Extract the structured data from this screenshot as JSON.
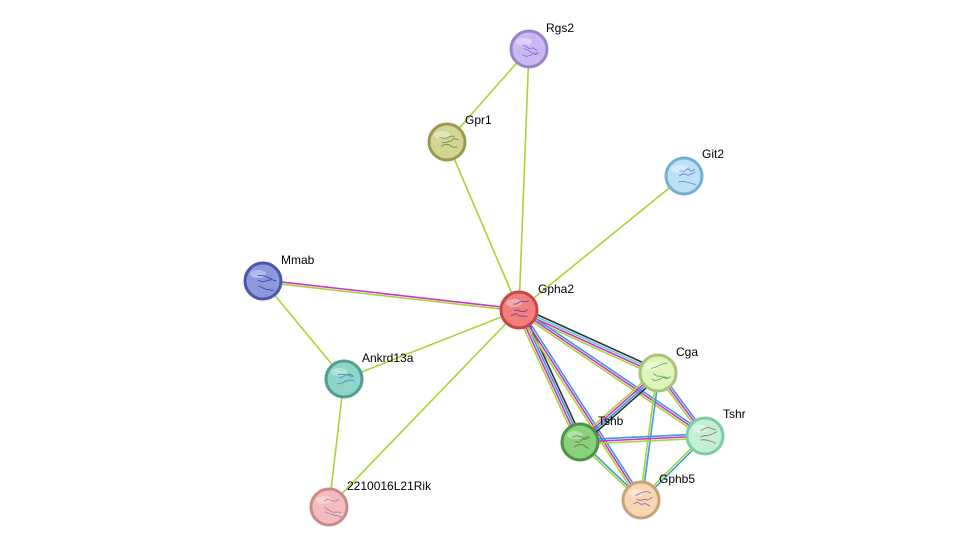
{
  "network": {
    "nodes": [
      {
        "id": "Rgs2",
        "label": "Rgs2",
        "fill": "#cbb7f2",
        "stroke": "#9b83c9",
        "glyph_color": "#7a5fd0"
      },
      {
        "id": "Gpr1",
        "label": "Gpr1",
        "fill": "#d6d494",
        "stroke": "#9a9a4e",
        "glyph_color": "#3d8c2a"
      },
      {
        "id": "Git2",
        "label": "Git2",
        "fill": "#bde1f4",
        "stroke": "#78aed0",
        "glyph_color": "#5b6fc9"
      },
      {
        "id": "Mmab",
        "label": "Mmab",
        "fill": "#8e99dd",
        "stroke": "#4a57a8",
        "glyph_color": "#1f2fa8"
      },
      {
        "id": "Gpha2",
        "label": "Gpha2",
        "fill": "#f07f7f",
        "stroke": "#c84646",
        "glyph_color": "#5a2fa0"
      },
      {
        "id": "Ankrd13a",
        "label": "Ankrd13a",
        "fill": "#8fd6c9",
        "stroke": "#4e9e92",
        "glyph_color": "#3a7ac0"
      },
      {
        "id": "Cga",
        "label": "Cga",
        "fill": "#def5b9",
        "stroke": "#a7c57a",
        "glyph_color": "#3a9a5a"
      },
      {
        "id": "Tshb",
        "label": "Tshb",
        "fill": "#89d07f",
        "stroke": "#4b9442",
        "glyph_color": "#6a6a2a"
      },
      {
        "id": "Tshr",
        "label": "Tshr",
        "fill": "#c2f0d7",
        "stroke": "#7fcba3",
        "glyph_color": "#a05a3a"
      },
      {
        "id": "2210016L21Rik",
        "label": "2210016L21Rik",
        "fill": "#f4bcbc",
        "stroke": "#c88a8a",
        "glyph_color": "#8a7aa8"
      },
      {
        "id": "Gphb5",
        "label": "Gphb5",
        "fill": "#f8d6b2",
        "stroke": "#c9a27a",
        "glyph_color": "#6a5ac0"
      }
    ],
    "edges": [
      {
        "source": "Gpr1",
        "target": "Rgs2",
        "colors": [
          "#a8d534"
        ]
      },
      {
        "source": "Gpha2",
        "target": "Rgs2",
        "colors": [
          "#a8d534"
        ]
      },
      {
        "source": "Gpha2",
        "target": "Gpr1",
        "colors": [
          "#a8d534"
        ]
      },
      {
        "source": "Gpha2",
        "target": "Git2",
        "colors": [
          "#a8d534"
        ]
      },
      {
        "source": "Mmab",
        "target": "Gpha2",
        "colors": [
          "#cc33cc",
          "#a8d534"
        ]
      },
      {
        "source": "Mmab",
        "target": "Ankrd13a",
        "colors": [
          "#a8d534"
        ]
      },
      {
        "source": "Gpha2",
        "target": "Ankrd13a",
        "colors": [
          "#a8d534"
        ]
      },
      {
        "source": "Gpha2",
        "target": "2210016L21Rik",
        "colors": [
          "#a8d534"
        ]
      },
      {
        "source": "Ankrd13a",
        "target": "2210016L21Rik",
        "colors": [
          "#a8d534"
        ]
      },
      {
        "source": "Gpha2",
        "target": "Cga",
        "colors": [
          "#333333",
          "#5ad0d0",
          "#cc33cc",
          "#a8d534"
        ]
      },
      {
        "source": "Gpha2",
        "target": "Tshb",
        "colors": [
          "#333333",
          "#3d9bd6",
          "#cc33cc",
          "#a8d534"
        ]
      },
      {
        "source": "Gpha2",
        "target": "Tshr",
        "colors": [
          "#3d9bd6",
          "#cc33cc",
          "#a8d534"
        ]
      },
      {
        "source": "Gpha2",
        "target": "Gphb5",
        "colors": [
          "#3d9bd6",
          "#cc33cc",
          "#a8d534"
        ]
      },
      {
        "source": "Cga",
        "target": "Tshb",
        "colors": [
          "#333333",
          "#3d9bd6",
          "#cc33cc",
          "#a8d534"
        ]
      },
      {
        "source": "Cga",
        "target": "Tshr",
        "colors": [
          "#3d9bd6",
          "#cc33cc",
          "#a8d534"
        ]
      },
      {
        "source": "Cga",
        "target": "Gphb5",
        "colors": [
          "#3d9bd6",
          "#a8d534"
        ]
      },
      {
        "source": "Tshb",
        "target": "Tshr",
        "colors": [
          "#3d9bd6",
          "#cc33cc",
          "#a8d534"
        ]
      },
      {
        "source": "Tshb",
        "target": "Gphb5",
        "colors": [
          "#3d9bd6",
          "#a8d534"
        ]
      },
      {
        "source": "Tshr",
        "target": "Gphb5",
        "colors": [
          "#3d9bd6",
          "#a8d534"
        ]
      }
    ]
  }
}
